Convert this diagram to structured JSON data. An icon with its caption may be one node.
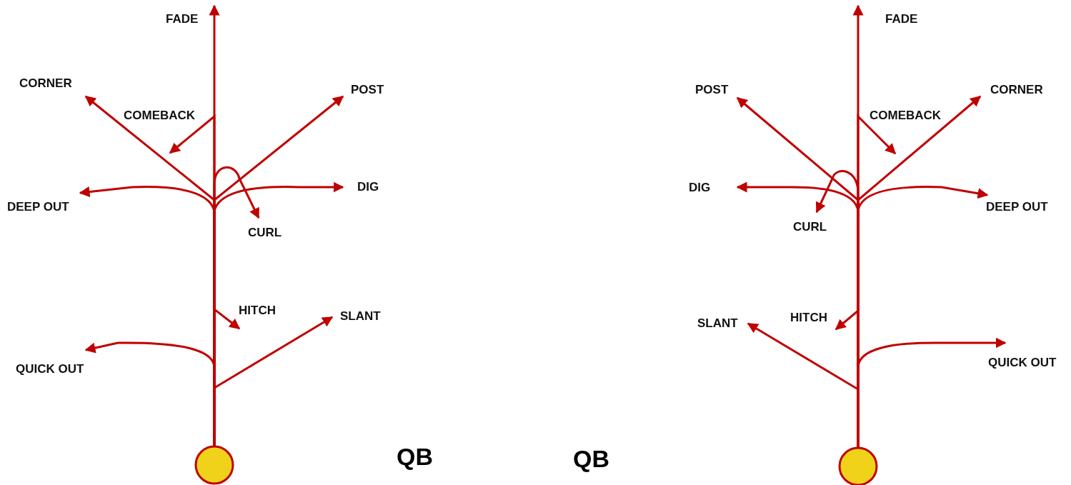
{
  "diagram": {
    "nodes": [
      {
        "text": [
          "FADE"
        ]
      },
      {
        "text": [
          "CORNER"
        ]
      },
      {
        "text": [
          "COMEBACK"
        ]
      },
      {
        "text": [
          "POST"
        ]
      },
      {
        "text": [
          "DEEP OUT"
        ]
      },
      {
        "text": [
          "DIG"
        ]
      },
      {
        "text": [
          "CURL"
        ]
      },
      {
        "text": [
          "HITCH"
        ]
      },
      {
        "text": [
          "SLANT"
        ]
      },
      {
        "text": [
          "QUICK OUT"
        ]
      },
      {
        "text": [],
        "shape": "circle"
      },
      {
        "text": [
          "FADE"
        ]
      },
      {
        "text": [
          "POST"
        ]
      },
      {
        "text": [
          "COMEBACK"
        ]
      },
      {
        "text": [
          "CORNER"
        ]
      },
      {
        "text": [
          "DIG"
        ]
      },
      {
        "text": [
          "DEEP OUT"
        ]
      },
      {
        "text": [
          "CURL"
        ]
      },
      {
        "text": [
          "HITCH"
        ]
      },
      {
        "text": [
          "SLANT"
        ]
      },
      {
        "text": [
          "QUICK OUT"
        ]
      },
      {
        "text": [],
        "shape": "circle"
      }
    ],
    "edges": [
      {
        "from": 10,
        "to": 0,
        "arrow": "to"
      },
      {
        "from": 10,
        "to": 1,
        "arrow": "to"
      },
      {
        "from": 10,
        "to": 2,
        "arrow": "to"
      },
      {
        "from": 10,
        "to": 3,
        "arrow": "to"
      },
      {
        "from": 10,
        "to": 4,
        "arrow": "to"
      },
      {
        "from": 10,
        "to": 5,
        "arrow": "to"
      },
      {
        "from": 10,
        "to": 6,
        "arrow": "to"
      },
      {
        "from": 10,
        "to": 7,
        "arrow": "to"
      },
      {
        "from": 10,
        "to": 8,
        "arrow": "to"
      },
      {
        "from": 10,
        "to": 9,
        "arrow": "to"
      },
      {
        "from": 21,
        "to": 11,
        "arrow": "to"
      },
      {
        "from": 21,
        "to": 12,
        "arrow": "to"
      },
      {
        "from": 21,
        "to": 13,
        "arrow": "to"
      },
      {
        "from": 21,
        "to": 14,
        "arrow": "to"
      },
      {
        "from": 21,
        "to": 15,
        "arrow": "to"
      },
      {
        "from": 21,
        "to": 16,
        "arrow": "to"
      },
      {
        "from": 21,
        "to": 17,
        "arrow": "to"
      },
      {
        "from": 21,
        "to": 18,
        "arrow": "to"
      },
      {
        "from": 21,
        "to": 19,
        "arrow": "to"
      },
      {
        "from": 21,
        "to": 20,
        "arrow": "to"
      }
    ],
    "labels": [
      "QB",
      "QB"
    ]
  }
}
